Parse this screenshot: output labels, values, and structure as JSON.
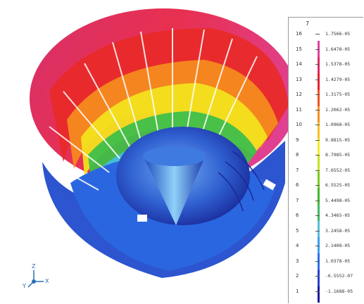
{
  "legend": {
    "header": "7",
    "colors": [
      "#1a1aa0",
      "#2a3fd0",
      "#2f6ee8",
      "#3da0f0",
      "#55c0d8",
      "#3fb86a",
      "#43b830",
      "#7acc20",
      "#c8e020",
      "#f0f020",
      "#f8c020",
      "#f89020",
      "#f05020",
      "#e82030",
      "#e02a60",
      "#e040a0"
    ],
    "levels": [
      {
        "idx": "16",
        "value": "1.7566-05"
      },
      {
        "idx": "15",
        "value": "1.6478-05"
      },
      {
        "idx": "14",
        "value": "1.5378-05"
      },
      {
        "idx": "13",
        "value": "1.4279-05"
      },
      {
        "idx": "12",
        "value": "1.3175-05"
      },
      {
        "idx": "11",
        "value": "1.2062-05"
      },
      {
        "idx": "10",
        "value": "1.0968-05"
      },
      {
        "idx": "9",
        "value": "9.8815-05"
      },
      {
        "idx": "8",
        "value": "8.7985-05"
      },
      {
        "idx": "7",
        "value": "7.6552-05"
      },
      {
        "idx": "6",
        "value": "6.5525-05"
      },
      {
        "idx": "7",
        "value": "5.4498-05"
      },
      {
        "idx": "6",
        "value": "4.3465-05"
      },
      {
        "idx": "5",
        "value": "3.2458-05"
      },
      {
        "idx": "4",
        "value": "2.1408-05"
      },
      {
        "idx": "3",
        "value": "1.0378-05"
      },
      {
        "idx": "2",
        "value": "-6.5552-07"
      },
      {
        "idx": "1",
        "value": "-1.1688-05"
      }
    ]
  },
  "axes": {
    "z_label": "Z",
    "y_label": "Y",
    "x_label": "X"
  }
}
